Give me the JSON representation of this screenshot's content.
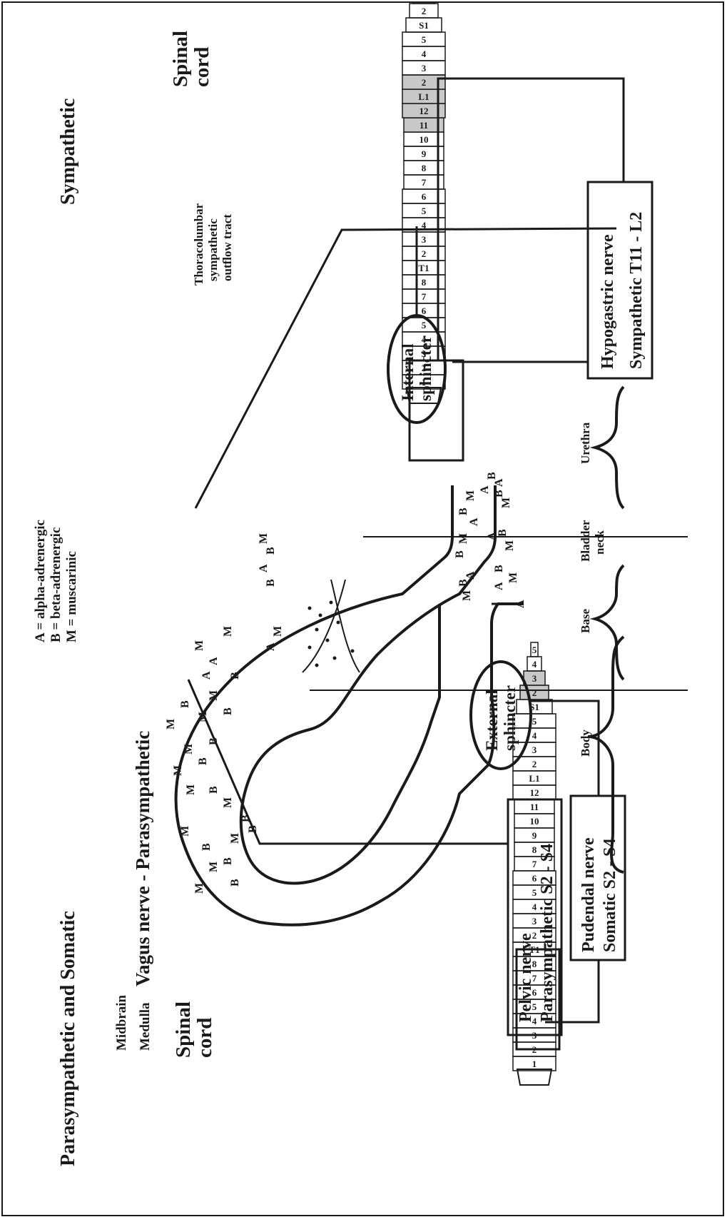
{
  "headings": {
    "left": "Parasympathetic and Somatic",
    "right": "Sympathetic",
    "vagus": "Vagus nerve - Parasympathetic"
  },
  "legend": {
    "a": "A = alpha-adrenergic",
    "b": "B = beta-adrenergic",
    "m": "M = muscarinic"
  },
  "brain_labels": {
    "midbrain": "Midbrain",
    "medulla": "Medulla"
  },
  "spinal_cord_label": {
    "line1": "Spinal",
    "line2": "cord"
  },
  "outflow_tract": {
    "line1": "Thoracolumbar",
    "line2": "sympathetic",
    "line3": "outflow tract"
  },
  "segments": [
    "1",
    "2",
    "3",
    "4",
    "5",
    "6",
    "7",
    "8",
    "T1",
    "2",
    "3",
    "4",
    "5",
    "6",
    "7",
    "8",
    "9",
    "10",
    "11",
    "12",
    "L1",
    "2",
    "3",
    "4",
    "5",
    "S1",
    "2",
    "3",
    "4",
    "5"
  ],
  "regions": {
    "body": "Body",
    "base": "Base",
    "bladder_neck_1": "Bladder",
    "bladder_neck_2": "neck",
    "urethra": "Urethra"
  },
  "internal_sphincter": {
    "line1": "Internal",
    "line2": "sphincter"
  },
  "external_sphincter": {
    "line1": "External",
    "line2": "sphincter"
  },
  "hypogastric": {
    "line1": "Hypogastric nerve",
    "line2": "Sympathetic T11 - L2"
  },
  "pelvic": {
    "line1": "Pelvic nerve",
    "line2": "Parasympathetic S2 - S4"
  },
  "pudendal": {
    "line1": "Pudendal nerve",
    "line2": "Somatic S2 - S4"
  },
  "receptor_letters": {
    "a": "A",
    "b": "B",
    "m": "M"
  },
  "colors": {
    "ink": "#1a1a1a",
    "highlight": "#c8c8c8"
  }
}
